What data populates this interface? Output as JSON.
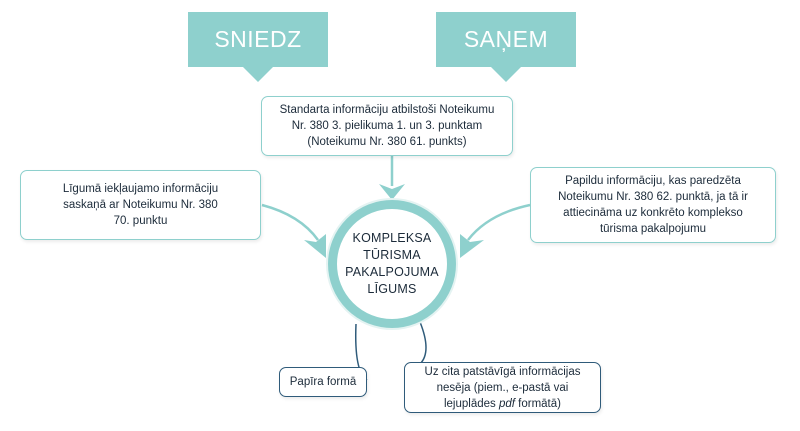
{
  "banners": {
    "left": "SNIEDZ",
    "right": "SAŅEM"
  },
  "center": {
    "title": "KOMPLEKSA\nTŪRISMA\nPAKALPOJUMA\nLĪGUMS"
  },
  "boxes": {
    "top": "Standarta informāciju atbilstoši Noteikumu\nNr. 380 3. pielikuma 1. un 3. punktam\n(Noteikumu Nr. 380 61. punkts)",
    "left": "Līgumā iekļaujamo informāciju\nsaskaņā ar Noteikumu Nr. 380\n70. punktu",
    "right": "Papildu informāciju, kas paredzēta\nNoteikumu Nr. 380 62. punktā, ja tā ir\nattiecināma uz konkrēto komplekso\ntūrisma pakalpojumu",
    "paper": "Papīra formā",
    "other_line1": "Uz cita patstāvīgā informācijas",
    "other_line2": "nesēja (piem., e-pastā vai",
    "other_line3_pre": "lejuplādes ",
    "other_line3_em": "pdf",
    "other_line3_post": " formātā)"
  },
  "colors": {
    "accent": "#8ed0cd",
    "dark": "#2f5b7a"
  }
}
